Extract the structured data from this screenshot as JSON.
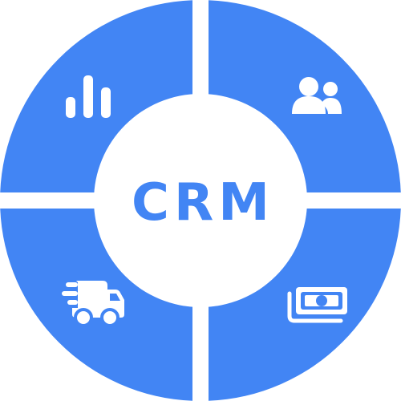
{
  "center": {
    "label": "CRM"
  },
  "colors": {
    "segment": "#4285f4",
    "icon": "#ffffff",
    "text": "#4285f4",
    "background": "#ffffff"
  },
  "segments": [
    {
      "position": "top-left",
      "icon": "bar-chart-icon"
    },
    {
      "position": "top-right",
      "icon": "users-icon"
    },
    {
      "position": "bottom-left",
      "icon": "delivery-truck-icon"
    },
    {
      "position": "bottom-right",
      "icon": "money-stack-icon"
    }
  ]
}
